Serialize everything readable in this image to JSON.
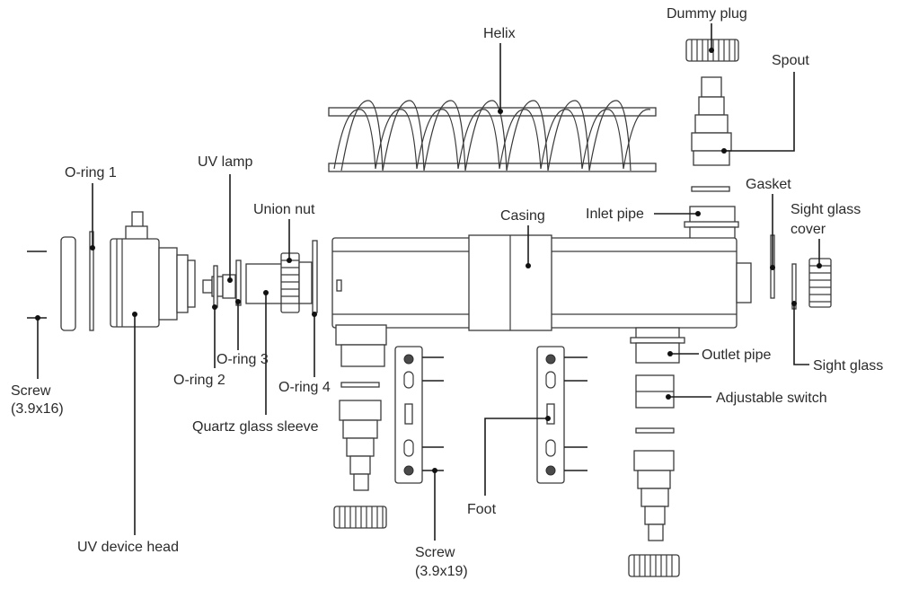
{
  "labels": {
    "dummy_plug": "Dummy plug",
    "helix": "Helix",
    "spout": "Spout",
    "gasket": "Gasket",
    "sight_glass_cover_line1": "Sight glass",
    "sight_glass_cover_line2": "cover",
    "o_ring_1": "O-ring 1",
    "uv_lamp": "UV lamp",
    "union_nut": "Union nut",
    "casing": "Casing",
    "inlet_pipe": "Inlet pipe",
    "screw_left_line1": "Screw",
    "screw_left_line2": "(3.9x16)",
    "o_ring_3": "O-ring 3",
    "o_ring_2": "O-ring 2",
    "o_ring_4": "O-ring 4",
    "outlet_pipe": "Outlet pipe",
    "sight_glass": "Sight glass",
    "adjustable_switch": "Adjustable switch",
    "quartz_glass_sleeve": "Quartz glass sleeve",
    "foot": "Foot",
    "uv_device_head": "UV device head",
    "screw_bottom_line1": "Screw",
    "screw_bottom_line2": "(3.9x19)"
  }
}
